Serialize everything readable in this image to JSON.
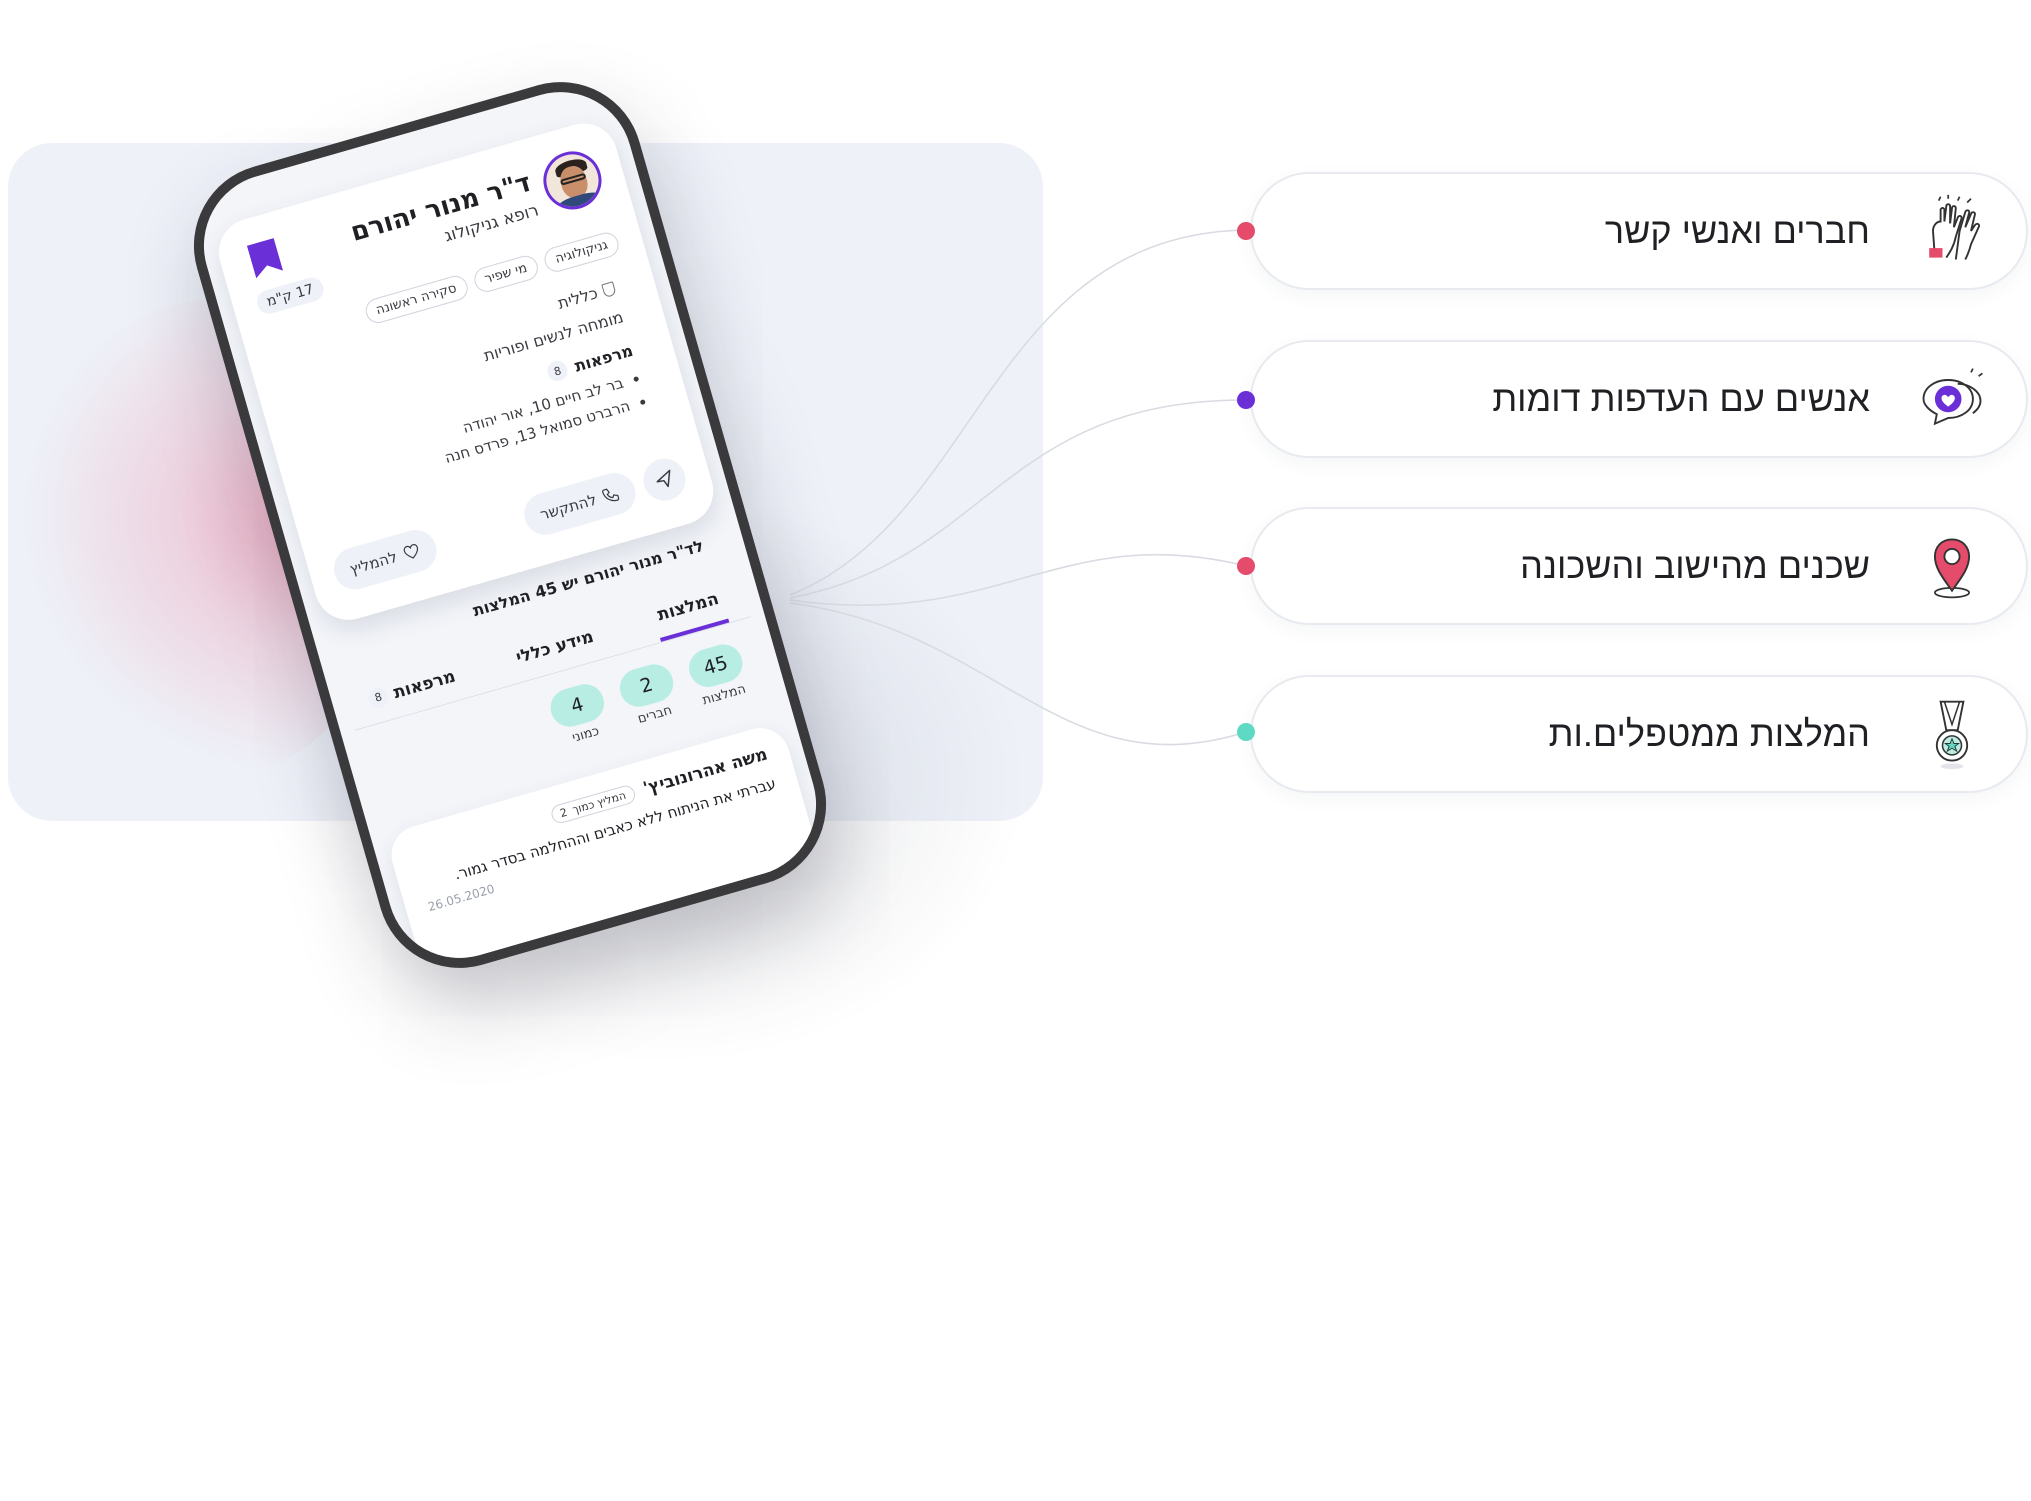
{
  "colors": {
    "accent": "#6b2fd8",
    "teal": "#5fd8c4",
    "pink": "#e54b6b",
    "panel": "#eef1f8"
  },
  "doctor": {
    "name": "ד\"ר מנור יהורם",
    "title": "רופא גניקולוג",
    "distance": "17 ק\"מ",
    "tags": [
      "גניקולוגיה",
      "מי שפיר",
      "סקירה ראשונה"
    ],
    "category": "כללית",
    "specialty": "מומחה לנשים ופוריות",
    "clinics_title": "מרפאות",
    "clinics_count": "8",
    "clinics": [
      "בר לב חיים 10, אור יהודה",
      "הרברט סמואל 13, פרדס חנה"
    ],
    "call_label": "להתקשר",
    "recommend_label": "להמליץ"
  },
  "summary": "לד\"ר מנור יהורם יש 45 המלצות",
  "tabs": [
    {
      "label": "המלצות"
    },
    {
      "label": "מידע כללי"
    },
    {
      "label": "מרפאות",
      "count": "8"
    }
  ],
  "stats": [
    {
      "value": "45",
      "label": "המלצות"
    },
    {
      "value": "2",
      "label": "חברים"
    },
    {
      "value": "4",
      "label": "כמוני"
    }
  ],
  "review": {
    "author": "משה אהרונוביץ'",
    "badge_label": "המליץ כמוך",
    "badge_count": "2",
    "text": "עברתי את הניתוח ללא כאבים וההחלמה בסדר גמור.",
    "date": "26.05.2020"
  },
  "features": [
    {
      "label": "חברים ואנשי קשר",
      "icon": "high-five-icon",
      "dot_color": "#e54b6b"
    },
    {
      "label": "אנשים עם העדפות דומות",
      "icon": "heart-chat-icon",
      "dot_color": "#6b2fd8"
    },
    {
      "label": "שכנים מהישוב והשכונה",
      "icon": "location-pin-icon",
      "dot_color": "#e54b6b"
    },
    {
      "label": "המלצות ממטפלים.ות",
      "icon": "medal-icon",
      "dot_color": "#5fd8c4"
    }
  ]
}
